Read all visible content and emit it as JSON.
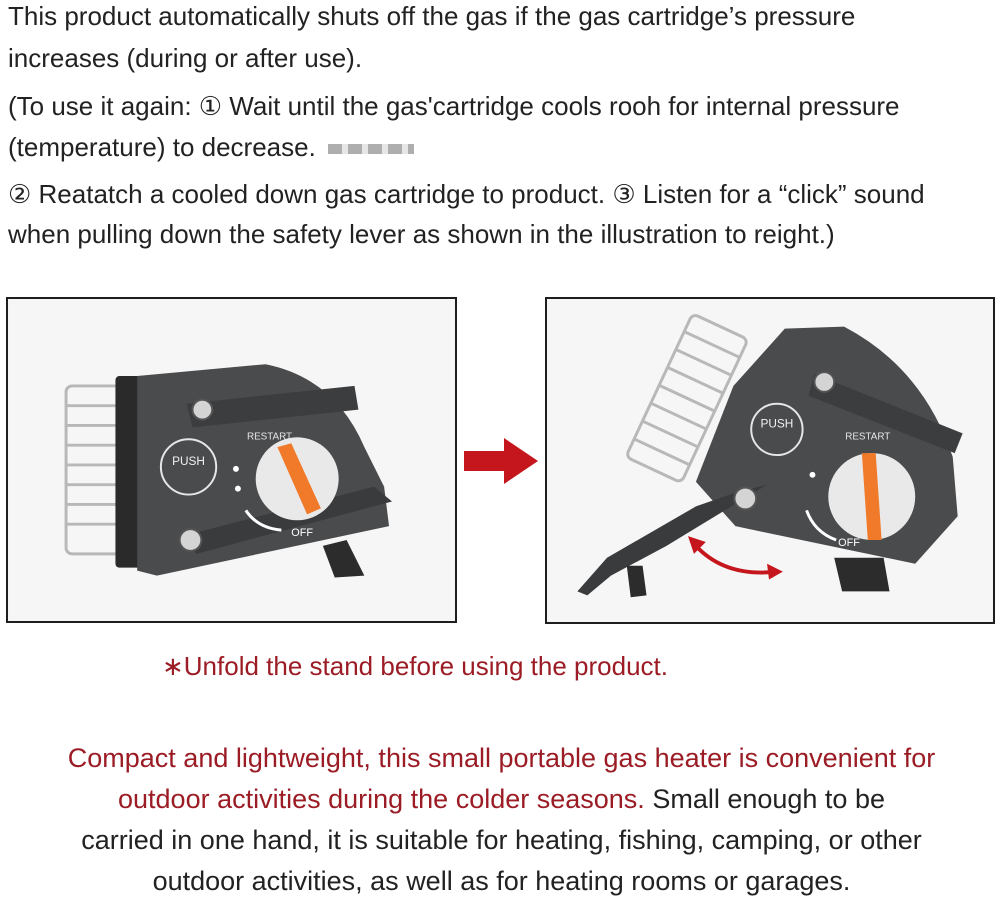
{
  "instructions": {
    "line1": "This product automatically shuts off the gas if the gas cartridge’s pressure",
    "line2": "increases (during or after use).",
    "line3": "(To use it again: ① Wait until the gas'cartridge cools rooh for internal pressure",
    "line4": "(temperature) to decrease.",
    "line5": "② Reatatch a cooled down gas cartridge to product. ③ Listen for a “click” sound",
    "line6": "when pulling down the safety lever as shown in the illustration to reight.)"
  },
  "heater_labels": {
    "push": "PUSH",
    "restart": "RESTART",
    "off": "OFF"
  },
  "note": "∗Unfold the stand before using the product.",
  "description": {
    "highlight_line1": "Compact and lightweight, this small portable gas heater is convenient for",
    "highlight_line2": "outdoor activities during the colder seasons.",
    "rest_line2": " Small enough to be",
    "line3": "carried in one hand, it is suitable for heating, fishing, camping, or other",
    "line4": "outdoor activities, as well as for heating rooms or garages."
  },
  "colors": {
    "accent_red": "#9b1c24",
    "heater_body": "#4a4b4d",
    "dial_stripe": "#f07a2a"
  },
  "icons": {
    "transition_arrow": "arrow-right-icon",
    "rotation_arrow": "curved-double-arrow-icon"
  }
}
